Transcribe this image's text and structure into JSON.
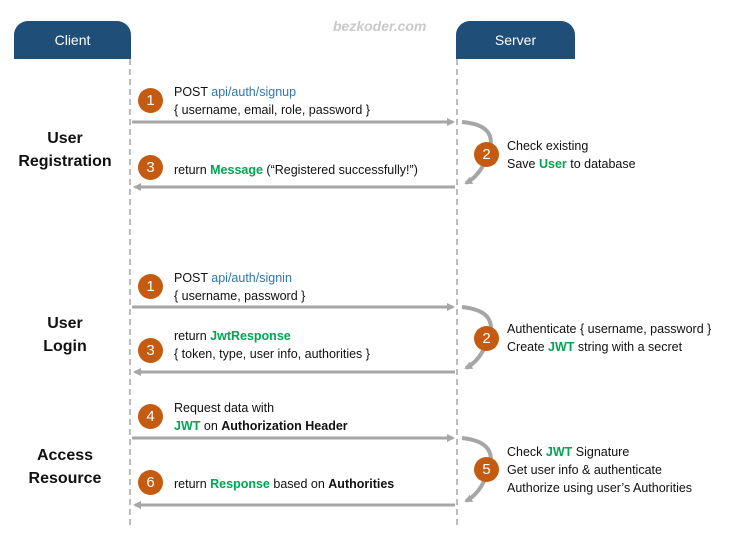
{
  "header": {
    "client_label": "Client",
    "server_label": "Server",
    "watermark": "bezkoder.com"
  },
  "colors": {
    "lane_header": "#1f4e79",
    "badge": "#c55a11",
    "endpoint": "#2e75b6",
    "highlight": "#00a651",
    "arrow": "#a6a6a6"
  },
  "registration": {
    "title_line1": "User",
    "title_line2": "Registration",
    "step1": {
      "num": "1",
      "method": "POST ",
      "endpoint": "api/auth/signup",
      "body": "{ username, email, role, password }"
    },
    "step2": {
      "num": "2",
      "line1": "Check existing",
      "line2_pre": "Save ",
      "line2_hl": "User",
      "line2_post": " to database"
    },
    "step3": {
      "num": "3",
      "pre": "return ",
      "hl": "Message",
      "post": " (“Registered successfully!”)"
    }
  },
  "login": {
    "title_line1": "User",
    "title_line2": "Login",
    "step1": {
      "num": "1",
      "method": "POST ",
      "endpoint": "api/auth/signin",
      "body": "{ username, password }"
    },
    "step2": {
      "num": "2",
      "line1": "Authenticate { username, password }",
      "line2_pre": "Create ",
      "line2_hl": "JWT",
      "line2_post": " string with a secret"
    },
    "step3": {
      "num": "3",
      "pre": "return ",
      "hl": "JwtResponse",
      "body": "{ token, type, user info, authorities }"
    }
  },
  "access": {
    "title_line1": "Access",
    "title_line2": "Resource",
    "step4": {
      "num": "4",
      "line1": "Request  data with",
      "hl": "JWT",
      "mid": " on ",
      "bold": "Authorization Header"
    },
    "step5": {
      "num": "5",
      "line1_pre": "Check ",
      "line1_hl": "JWT",
      "line1_post": " Signature",
      "line2": "Get user info & authenticate",
      "line3": "Authorize using user’s Authorities"
    },
    "step6": {
      "num": "6",
      "pre": "return ",
      "hl": "Response",
      "mid": " based on ",
      "bold": "Authorities"
    }
  }
}
